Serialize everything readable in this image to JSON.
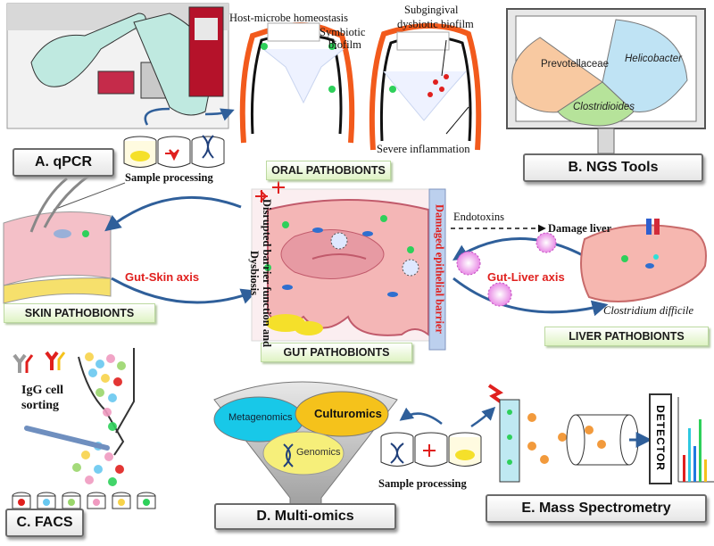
{
  "panels": {
    "qpcr": "A. qPCR",
    "ngs": "B. NGS Tools",
    "facs": "C. FACS",
    "multiomics": "D. Multi-omics",
    "mass_spec": "E. Mass Spectrometry"
  },
  "pathobionts": {
    "oral": "ORAL PATHOBIONTS",
    "skin": "SKIN PATHOBIONTS",
    "gut": "GUT PATHOBIONTS",
    "liver": "LIVER PATHOBIONTS"
  },
  "oral": {
    "homeostasis": "Host-microbe homeostasis",
    "symbiotic": "Symbiotic",
    "biofilm": "biofilm",
    "subgingival": "Subgingival",
    "dysbiotic": "dysbiotic biofilm",
    "inflammation": "Severe inflammation"
  },
  "ngs": {
    "slice1": "Prevotellaceae",
    "slice2": "Helicobacter",
    "slice3": "Clostridioides"
  },
  "sample_processing_top": "Sample processing",
  "sample_processing_bottom": "Sample processing",
  "axes": {
    "gut_skin": "Gut-Skin axis",
    "gut_liver": "Gut-Liver axis"
  },
  "disrupted": {
    "line1": "Disrupted barrier function and",
    "line2": "Dysbiosis"
  },
  "damaged_barrier": "Damaged epithelial barrier",
  "endotoxins": "Endotoxins",
  "damage_liver": "Damage liver",
  "clostridium": "Clostridium difficile",
  "facs": {
    "line1": "IgG cell",
    "line2": "sorting"
  },
  "omics": {
    "metagenomics": "Metagenomics",
    "culturomics": "Culturomics",
    "genomics": "Genomics"
  },
  "detector": "DETECTOR",
  "colors": {
    "label_green": "#dff3c4",
    "gut_pink": "#f4b6b6",
    "arrow_blue": "#2f5f9a",
    "barrier_blue": "#bcd0ee",
    "red_text": "#e0201e",
    "ngs_orange": "#f8c9a1",
    "ngs_blue": "#bfe3f4",
    "ngs_green": "#b6e39a",
    "omics_cyan": "#18c8e8",
    "omics_yellow": "#f5c21b"
  }
}
